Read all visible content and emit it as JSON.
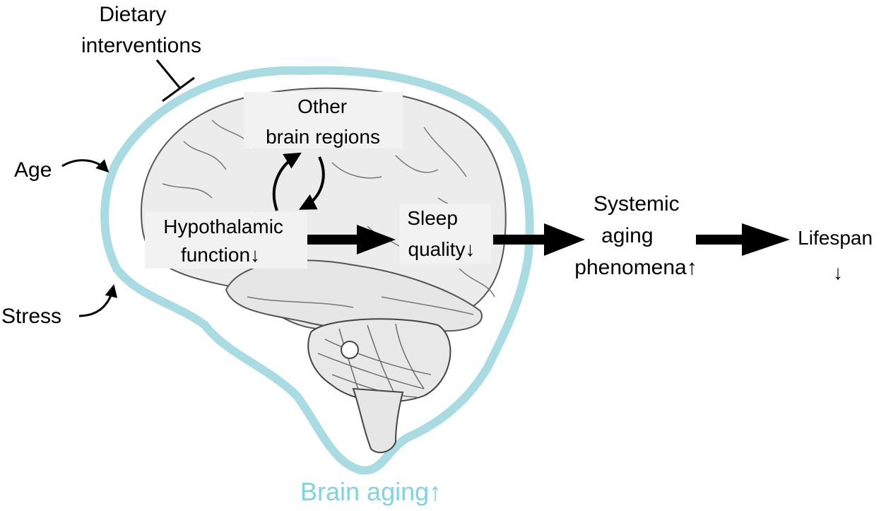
{
  "colors": {
    "outline": "#a9dce2",
    "aging_text": "#7fd4e2",
    "brain_fill": "#ececec",
    "brain_line": "#555555"
  },
  "inputs": {
    "dietary": [
      "Dietary",
      "interventions"
    ],
    "age": "Age",
    "stress": "Stress"
  },
  "brain": {
    "other_regions": [
      "Other",
      "brain regions"
    ],
    "hypothalamic": [
      "Hypothalamic",
      "function↓"
    ],
    "sleep": [
      "Sleep",
      "quality↓"
    ]
  },
  "outputs": {
    "systemic": [
      "Systemic",
      "aging",
      "phenomena↑"
    ],
    "lifespan": [
      "Lifespan",
      "↓"
    ]
  },
  "footer": {
    "brain_aging": "Brain aging↑"
  }
}
